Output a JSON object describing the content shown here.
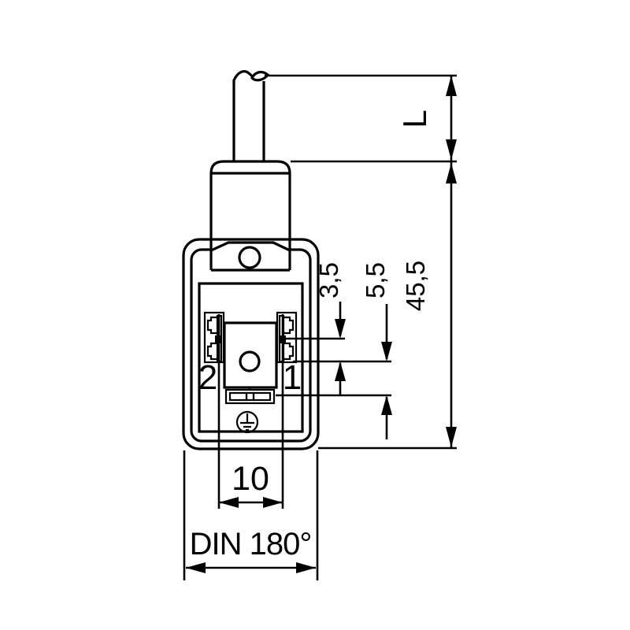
{
  "figure": {
    "type": "technical-drawing",
    "subject": "DIN 180 degree valve connector with moulded cable, front view with dimensions",
    "colors": {
      "line": "#000000",
      "background": "#ffffff"
    },
    "pins": {
      "left_label": "2",
      "right_label": "1"
    },
    "symbols": {
      "ground": "protective-earth-icon",
      "cable_break": "cable-break-icon"
    },
    "dimensions": {
      "cable_length": {
        "label": "L",
        "orientation": "vertical",
        "meaning": "cable length above connector"
      },
      "overall_height": {
        "label": "45,5",
        "orientation": "vertical",
        "meaning": "connector body height"
      },
      "contact_offset": {
        "label": "3,5",
        "orientation": "vertical",
        "meaning": "contact row to centre screw"
      },
      "slot_offset": {
        "label": "5,5",
        "orientation": "vertical",
        "meaning": "centre screw to coding slot"
      },
      "pin_spacing": {
        "label": "10",
        "orientation": "horizontal",
        "meaning": "pin contact spacing"
      },
      "standard": {
        "label": "DIN 180°",
        "orientation": "horizontal",
        "meaning": "connector form / overall width"
      }
    }
  }
}
